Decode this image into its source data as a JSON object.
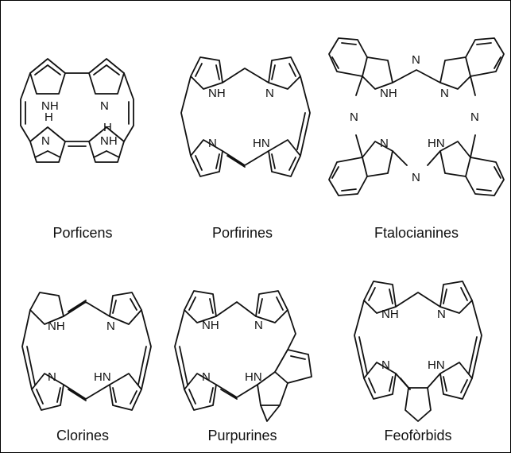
{
  "labels": {
    "porficens": "Porficens",
    "porfirines": "Porfirines",
    "ftalocianines": "Ftalocianines",
    "clorines": "Clorines",
    "purpurines": "Purpurines",
    "feoforbids": "Feofòrbids"
  },
  "atoms": {
    "nh": "NH",
    "n": "N",
    "hn": "HN",
    "h": "H"
  }
}
